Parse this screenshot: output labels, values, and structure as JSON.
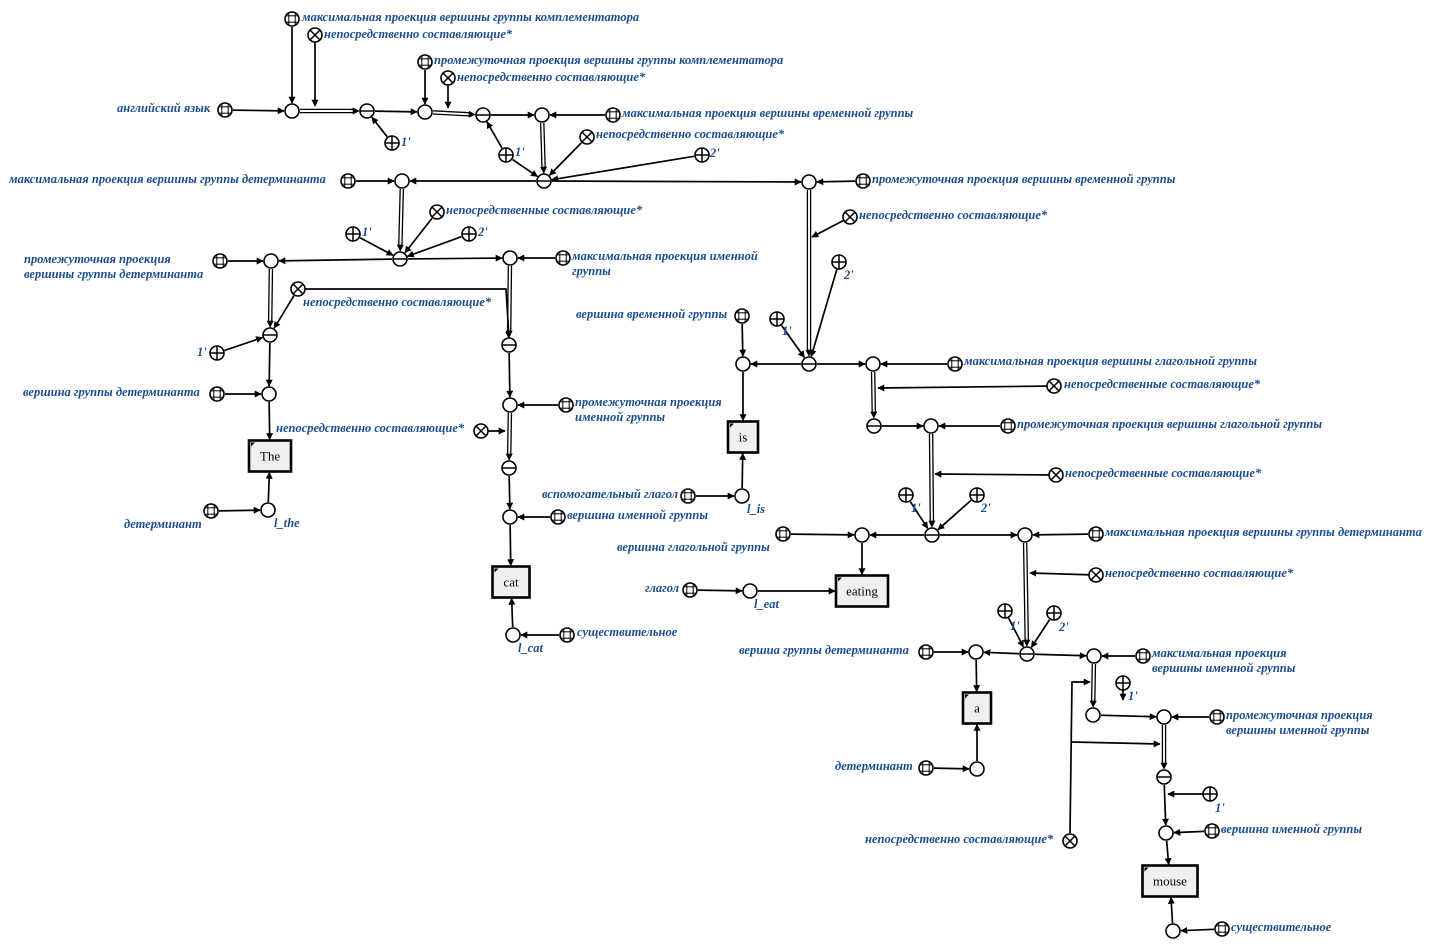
{
  "labels": {
    "l_eng": "английский язык",
    "l_cp_max": "максимальная проекция вершины группы комплементатора",
    "l_cp_max_ic": "непосредственно составляющие*",
    "l_cp_int": "промежуточная проекция вершины группы комплементатора",
    "l_cp_int_ic": "непосредственно составляющие*",
    "l_tp_max": "максимальная проекция вершины временной группы",
    "l_tp_max_ic": "непосредственно составляющие*",
    "l_dp_max": "максимальная проекция вершины группы детерминанта",
    "l_tp_int": "промежуточная проекция вершины временной группы",
    "l_dp_ic": "непосредственные составляющие*",
    "l_tp_int_ic": "непосредственно составляющие*",
    "l_dint_1": "промежуточная проекция",
    "l_dint_2": "вершины группы детерминанта",
    "l_np_max_1": "максимальная проекция именной",
    "l_np_max_2": "группы",
    "l_dint_ic": "непосредственно составляющие*",
    "l_t_head": "вершина временной группы",
    "l_vp_max": "максимальная проекция вершины глагольной группы",
    "l_vp_ic": "непосредственные составляющие*",
    "l_vp_int": "промежуточная проекция вершины глагольной группы",
    "l_vp_int_ic": "непосредственные составляющие*",
    "l_d_head": "вершина группы детерминанта",
    "l_np_int_1": "промежуточная проекция",
    "l_np_int_2": "именной группы",
    "l_d_head_ic": "непосредственно составляющие*",
    "l_determinant": "детерминант",
    "l_the_lex": "l_the",
    "l_aux": "вспомогательный глагол",
    "l_is_lex": "l_is",
    "l_n_head": "вершина именной группы",
    "l_v_head": "вершина глагольной группы",
    "l_dp2_max": "максимальная проекция вершины группы детерминанта",
    "l_verb": "глагол",
    "l_eat_lex": "l_eat",
    "l_dp2_ic": "непосредственно составляющие*",
    "l_noun": "существительное",
    "l_cat_lex": "l_cat",
    "l_d2_head": "вершиа группы детерминанта",
    "l_np2_max_1": "максимальная проекция",
    "l_np2_max_2": "вершины именной группы",
    "l_np2_int_1": "промежуточная проекция",
    "l_np2_int_2": "вершины именной группы",
    "l_determinant2": "детерминант",
    "l_n2_head": "вершина именной группы",
    "l_ic_last": "непосредственно составляющие*",
    "l_noun2": "существительное"
  },
  "words": {
    "the": "The",
    "is": "is",
    "cat": "cat",
    "eating": "eating",
    "a": "a",
    "mouse": "mouse"
  },
  "order_marks": {
    "one": "1'",
    "two": "2'"
  },
  "colors": {
    "label_text": "#1a4d8f",
    "lines": "#000000",
    "word_box_fill": "#f0f0f0"
  }
}
